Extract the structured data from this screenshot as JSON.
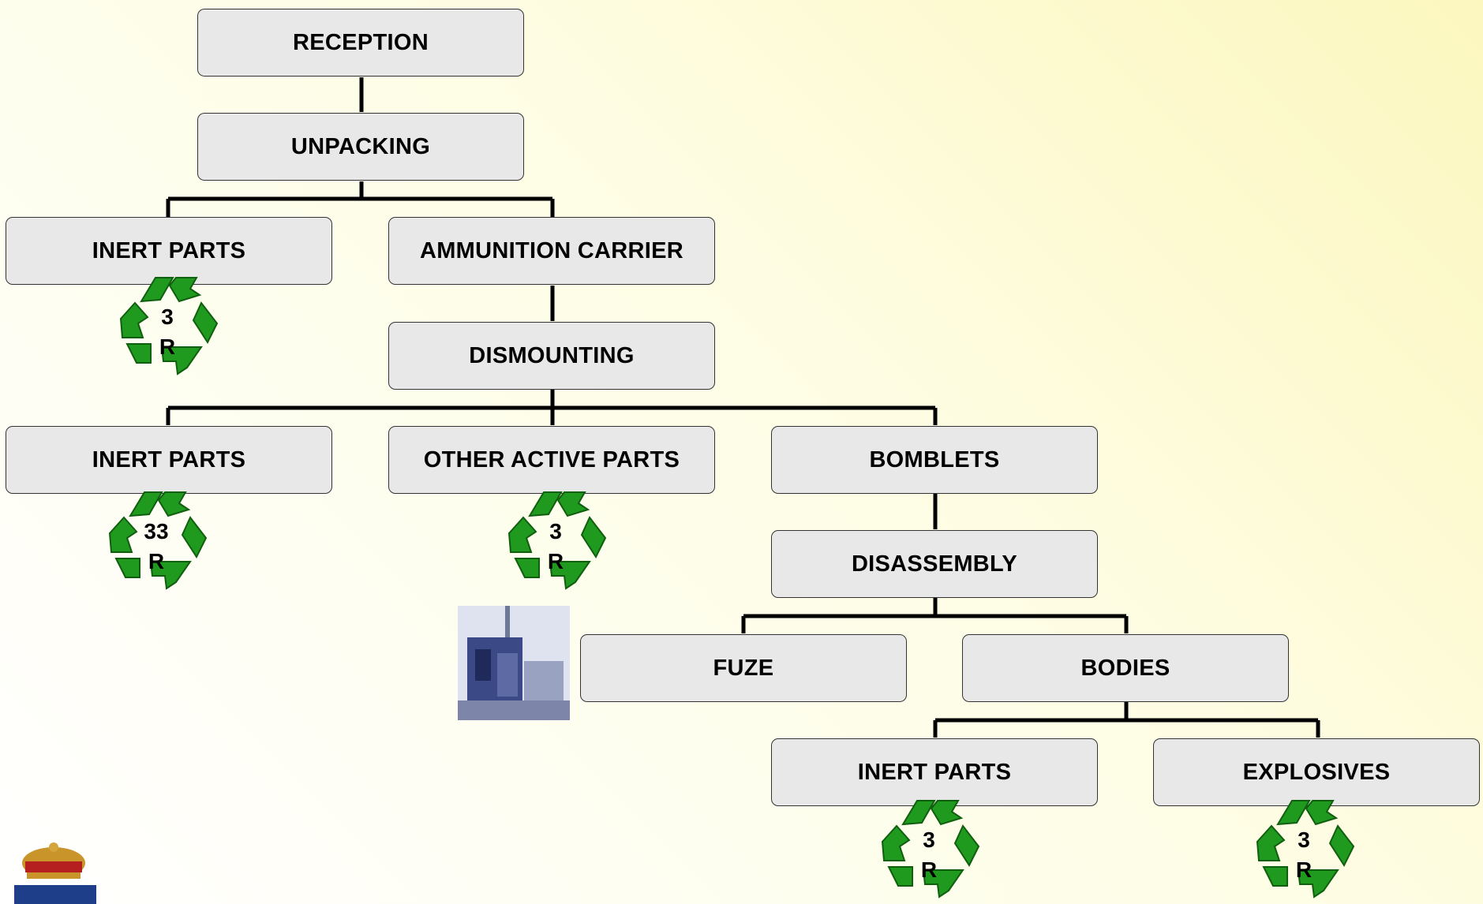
{
  "nodes": {
    "reception": "RECEPTION",
    "unpacking": "UNPACKING",
    "inert_parts_1": "INERT PARTS",
    "ammunition_carrier": "AMMUNITION CARRIER",
    "dismounting": "DISMOUNTING",
    "inert_parts_2": "INERT PARTS",
    "other_active_parts": "OTHER ACTIVE PARTS",
    "bomblets": "BOMBLETS",
    "disassembly": "DISASSEMBLY",
    "fuze": "FUZE",
    "bodies": "BODIES",
    "inert_parts_3": "INERT PARTS",
    "explosives": "EXPLOSIVES"
  },
  "recycle_badges": [
    {
      "top": "3",
      "bottom": "R"
    },
    {
      "top": "33",
      "bottom": "R"
    },
    {
      "top": "3",
      "bottom": "R"
    },
    {
      "top": "3",
      "bottom": "R"
    },
    {
      "top": "3",
      "bottom": "R"
    }
  ],
  "colors": {
    "recycle_green": "#1f9a1f",
    "node_fill": "#e8e8e8",
    "connector": "#000000"
  },
  "icons": [
    "recycle-icon",
    "machine-photo",
    "royal-crest-logo"
  ]
}
